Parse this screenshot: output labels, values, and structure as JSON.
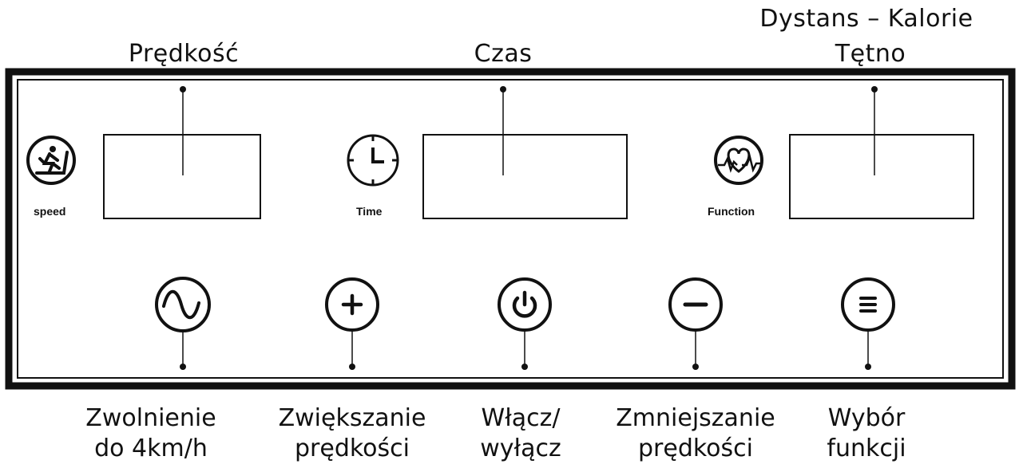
{
  "callouts_top": {
    "speed": "Prędkość",
    "time": "Czas",
    "function_line1": "Dystans – Kalorie",
    "function_line2": "Tętno"
  },
  "panel_labels": {
    "speed": "speed",
    "time": "Time",
    "function": "Function"
  },
  "buttons": [
    {
      "icon": "wave-icon",
      "line1": "Zwolnienie",
      "line2": "do 4km/h"
    },
    {
      "icon": "plus-icon",
      "line1": "Zwiększanie",
      "line2": "prędkości"
    },
    {
      "icon": "power-icon",
      "line1": "Włącz/",
      "line2": "wyłącz"
    },
    {
      "icon": "minus-icon",
      "line1": "Zmniejszanie",
      "line2": "prędkości"
    },
    {
      "icon": "menu-icon",
      "line1": "Wybór",
      "line2": "funkcji"
    }
  ],
  "colors": {
    "ink": "#111111",
    "background": "#ffffff"
  }
}
